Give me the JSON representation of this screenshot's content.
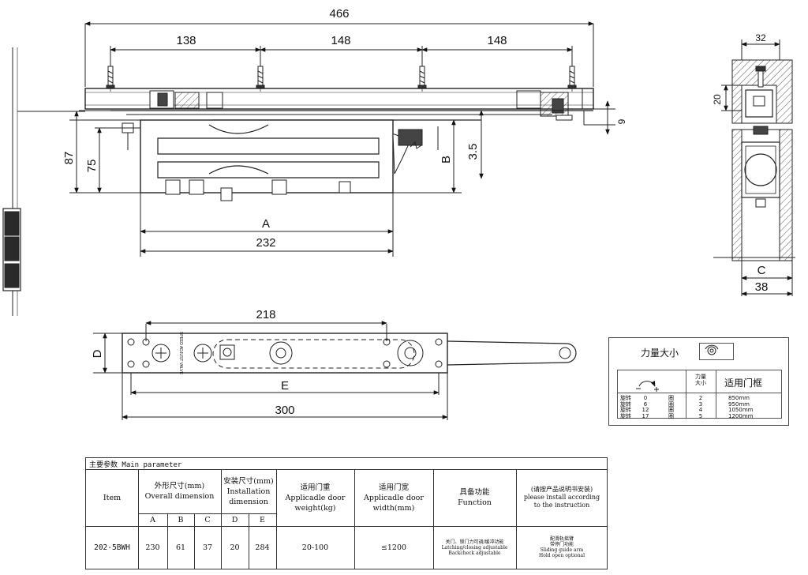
{
  "dimensions": {
    "overall_length": "466",
    "spacing_1": "138",
    "spacing_2": "148",
    "spacing_3": "148",
    "height_87": "87",
    "height_75": "75",
    "gap_9": "9",
    "gap_35": "3.5",
    "label_b": "B",
    "label_a": "A",
    "body_length": "232",
    "side_width": "32",
    "side_height": "20",
    "side_label_c": "C",
    "side_width_38": "38",
    "plan_218": "218",
    "plan_label_d": "D",
    "plan_label_e": "E",
    "plan_300": "300",
    "plan_text": "SPEED ADJUST VALVE"
  },
  "force_table": {
    "title": "力量大小",
    "col_force": "力量\n大小",
    "col_frame": "适用门框",
    "rows": [
      {
        "dir": "旋转",
        "turns": "0",
        "unit": "圈",
        "force": "2",
        "width": "850mm"
      },
      {
        "dir": "旋转",
        "turns": "6",
        "unit": "圈",
        "force": "3",
        "width": "950mm"
      },
      {
        "dir": "旋转",
        "turns": "12",
        "unit": "圈",
        "force": "4",
        "width": "1050mm"
      },
      {
        "dir": "旋转",
        "turns": "17",
        "unit": "圈",
        "force": "5",
        "width": "1200mm"
      }
    ]
  },
  "param_table": {
    "title": "主要参数 Main parameter",
    "headers": {
      "item": "Item",
      "overall": "外形尺寸(mm)\nOverall dimension",
      "install": "安装尺寸(mm)\nInstallation\ndimension",
      "weight": "适用门重\nApplicadle door\nweight(kg)",
      "width": "适用门宽\nApplicadle door\nwidth(mm)",
      "function": "具备功能\nFunction",
      "note": "(请按产品说明书安装)\nplease install according\nto the instruction",
      "a": "A",
      "b": "B",
      "c": "C",
      "d": "D",
      "e": "E"
    },
    "row": {
      "item": "202-5BWH",
      "a": "230",
      "b": "61",
      "c": "37",
      "d": "20",
      "e": "284",
      "weight": "20-100",
      "width": "≤1200",
      "function": "关门、锁门力可调/缓冲功能\nLatching/closing adjustable\nBackcheck adjustable",
      "note": "配滑轨摇臂\n带停门功能\nSliding guide arm\nHold open optional"
    }
  }
}
